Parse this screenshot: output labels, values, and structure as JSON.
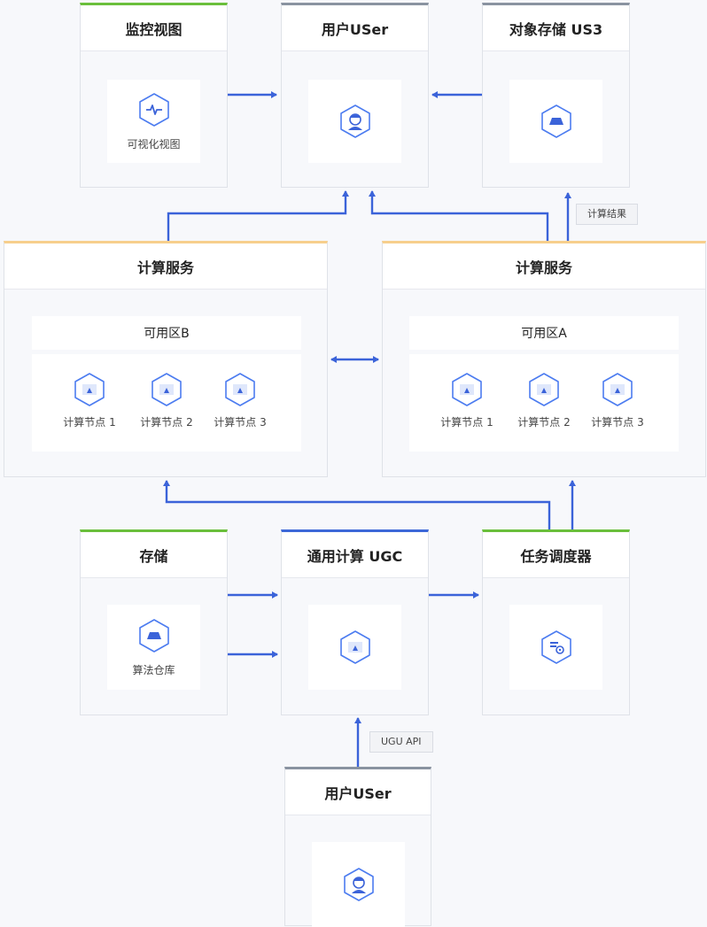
{
  "colors": {
    "arrow": "#3b63d9",
    "green": "#6abf3b",
    "slate": "#8a93a1",
    "orange": "#f7cf8d",
    "blue": "#3d68d8",
    "icon_stroke": "#4c7cf0"
  },
  "panels": {
    "monitor": {
      "title": "监控视图",
      "card_label": "可视化视图",
      "icon": "monitor-pulse-icon"
    },
    "user_top": {
      "title": "用户USer",
      "icon": "user-avatar-icon"
    },
    "us3": {
      "title": "对象存储 US3",
      "icon": "storage-tray-icon"
    },
    "compute_b": {
      "title": "计算服务",
      "zone": "可用区B",
      "nodes": [
        "计算节点 1",
        "计算节点 2",
        "计算节点 3"
      ]
    },
    "compute_a": {
      "title": "计算服务",
      "zone": "可用区A",
      "nodes": [
        "计算节点 1",
        "计算节点 2",
        "计算节点 3"
      ]
    },
    "storage": {
      "title": "存储",
      "card_label": "算法仓库",
      "icon": "storage-tray-icon"
    },
    "ugc": {
      "title": "通用计算 UGC",
      "icon": "compute-icon"
    },
    "scheduler": {
      "title": "任务调度器",
      "icon": "scheduler-icon"
    },
    "user_bottom": {
      "title": "用户USer",
      "icon": "user-avatar-icon"
    }
  },
  "tags": {
    "compute_result": "计算结果",
    "ugu_api": "UGU API"
  }
}
